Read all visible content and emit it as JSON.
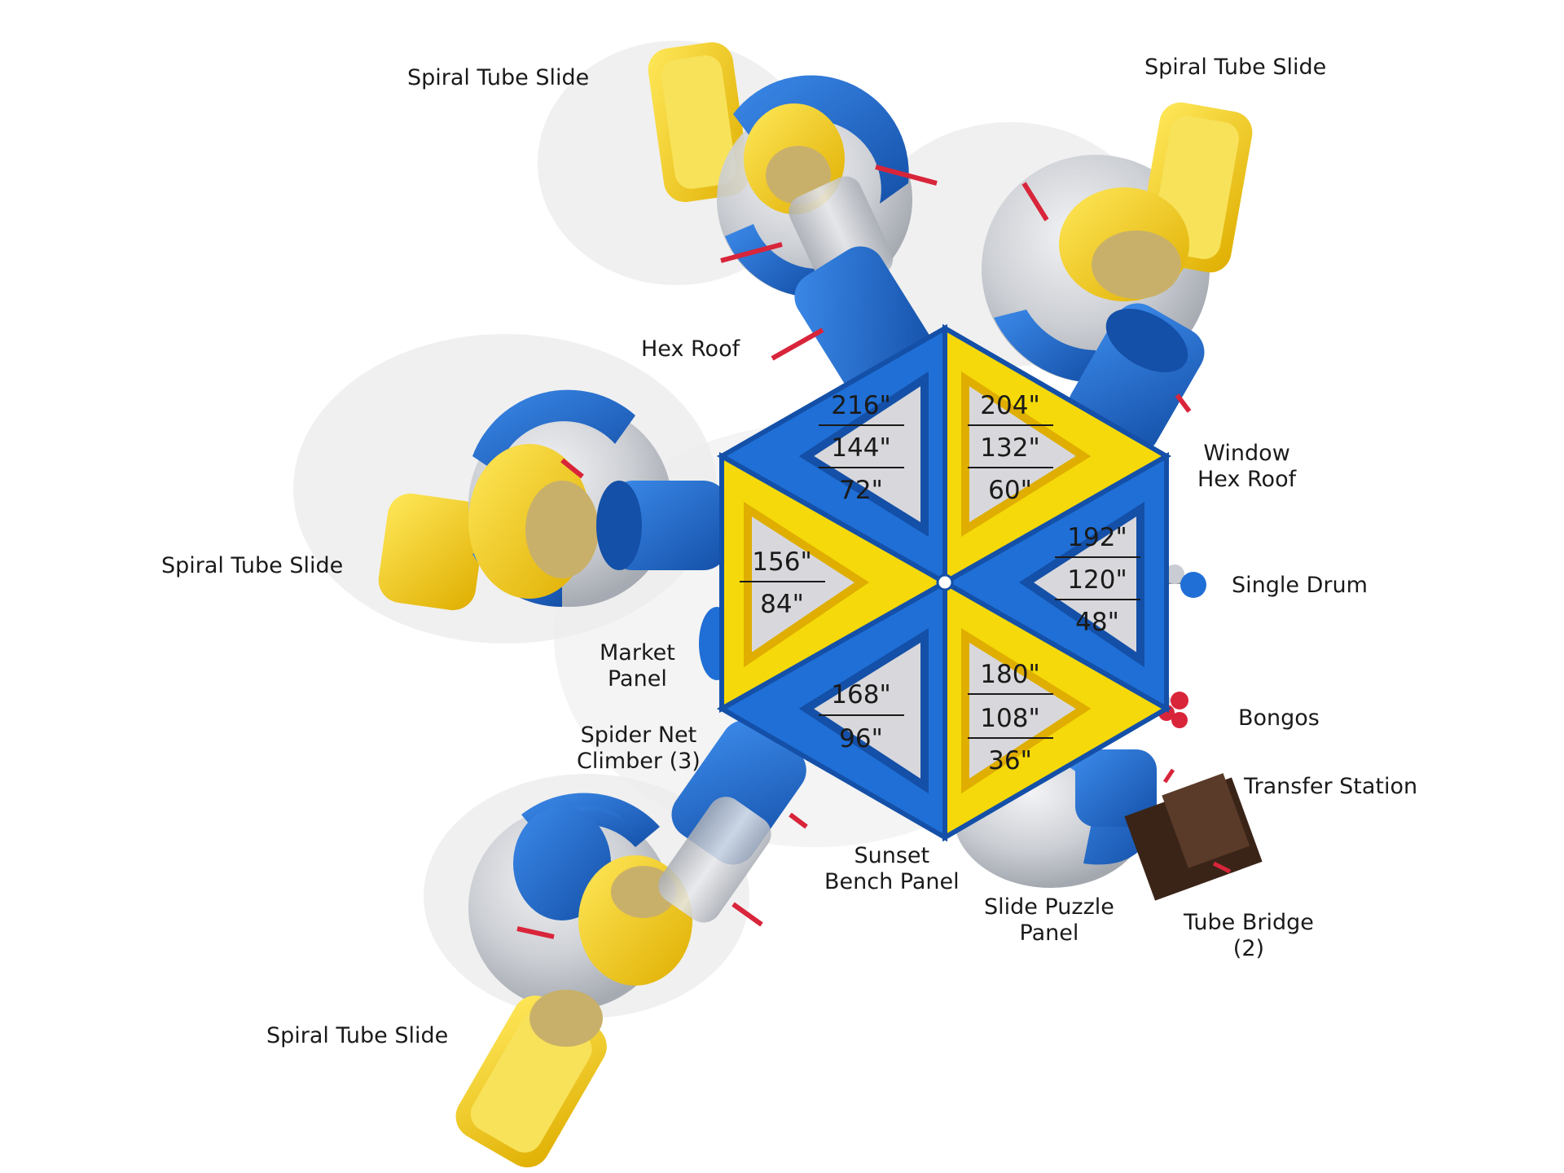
{
  "labels": {
    "spiral_tube_slide_top_left": "Spiral Tube Slide",
    "spiral_tube_slide_top_right": "Spiral Tube Slide",
    "hex_roof": "Hex Roof",
    "window_hex_roof": [
      "Window",
      "Hex Roof"
    ],
    "spiral_tube_slide_left": "Spiral Tube Slide",
    "single_drum": "Single Drum",
    "market_panel": [
      "Market",
      "Panel"
    ],
    "bongos": "Bongos",
    "spider_net_climber": [
      "Spider Net",
      "Climber (3)"
    ],
    "transfer_station": "Transfer Station",
    "sunset_bench_panel": [
      "Sunset",
      "Bench Panel"
    ],
    "slide_puzzle_panel": [
      "Slide Puzzle",
      "Panel"
    ],
    "tube_bridge": [
      "Tube Bridge",
      "(2)"
    ],
    "spiral_tube_slide_bottom": "Spiral Tube Slide"
  },
  "deck_heights": {
    "top_left": [
      "216\"",
      "144\"",
      "72\""
    ],
    "top_right": [
      "204\"",
      "132\"",
      "60\""
    ],
    "right": [
      "192\"",
      "120\"",
      "48\""
    ],
    "bottom_right": [
      "180\"",
      "108\"",
      "36\""
    ],
    "bottom_left": [
      "168\"",
      "96\""
    ],
    "left": [
      "156\"",
      "84\""
    ]
  },
  "colors": {
    "blue": "#1f6fd6",
    "blue_dark": "#1450a8",
    "yellow": "#f5d90a",
    "yellow_dark": "#d8a800",
    "clear_tube": "#c9ccd2",
    "accent_red": "#d8253a",
    "bridge_brown": "#3a2418",
    "shadow": "#e6e6e6"
  }
}
